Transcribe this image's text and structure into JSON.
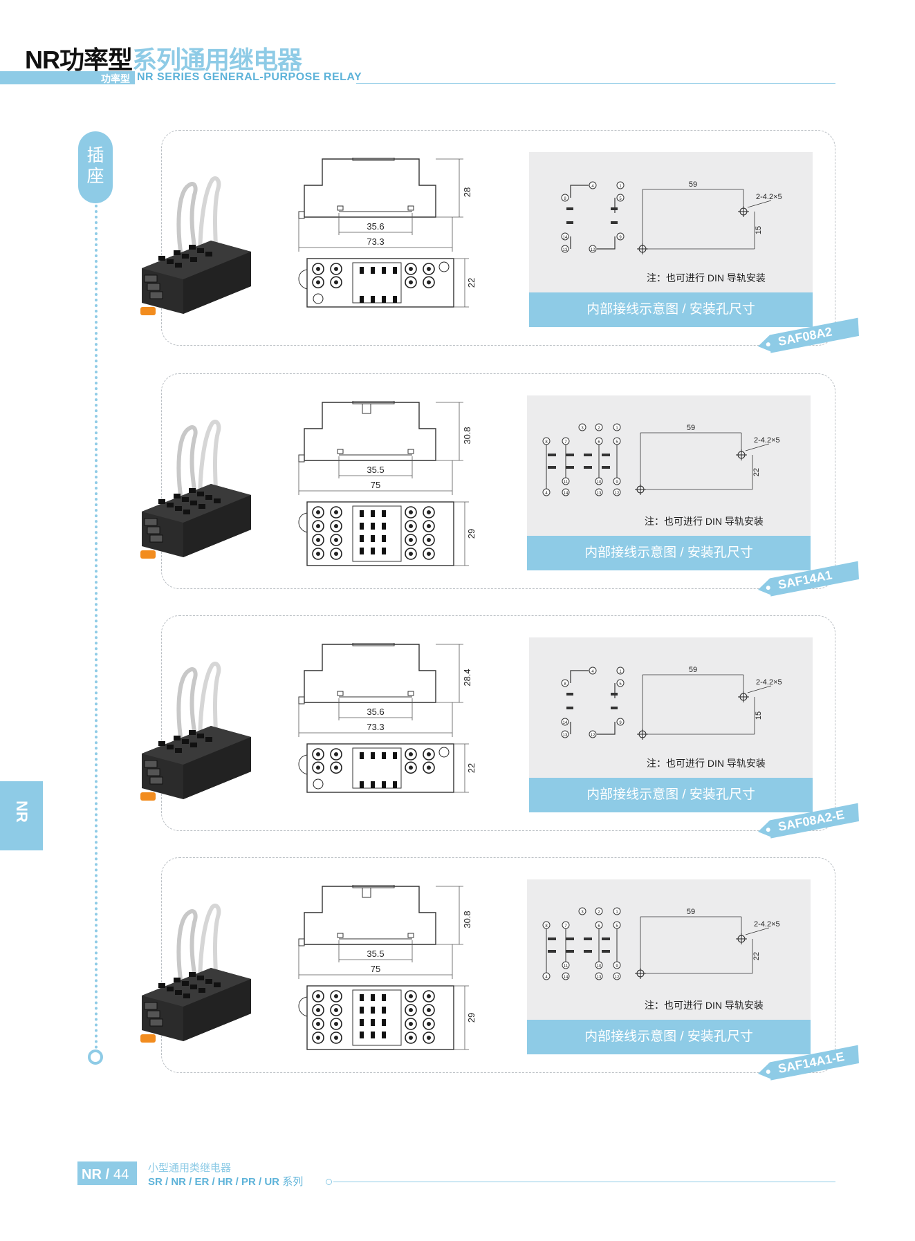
{
  "header": {
    "brand": "NR",
    "type": "功率型",
    "series_title": "系列通用继电器",
    "type_small": "功率型",
    "subtitle": "NR SERIES GENERAL-PURPOSE RELAY"
  },
  "side": {
    "tab_label": "插座",
    "edge_tab": "NR"
  },
  "products": [
    {
      "model": "SAF08A2",
      "height_dim": "28",
      "inner_dim": "35.6",
      "length_dim": "73.3",
      "width_dim": "22",
      "mount_w": "59",
      "mount_hole": "2-4.2×5",
      "mount_h": "15",
      "note": "注：也可进行 DIN 导轨安装",
      "panel_caption": "内部接线示意图 / 安装孔尺寸"
    },
    {
      "model": "SAF14A1",
      "height_dim": "30.8",
      "inner_dim": "35.5",
      "length_dim": "75",
      "width_dim": "29",
      "mount_w": "59",
      "mount_hole": "2-4.2×5",
      "mount_h": "22",
      "note": "注：也可进行 DIN 导轨安装",
      "panel_caption": "内部接线示意图 / 安装孔尺寸"
    },
    {
      "model": "SAF08A2-E",
      "height_dim": "28.4",
      "inner_dim": "35.6",
      "length_dim": "73.3",
      "width_dim": "22",
      "mount_w": "59",
      "mount_hole": "2-4.2×5",
      "mount_h": "15",
      "note": "注：也可进行 DIN 导轨安装",
      "panel_caption": "内部接线示意图 / 安装孔尺寸"
    },
    {
      "model": "SAF14A1-E",
      "height_dim": "30.8",
      "inner_dim": "35.5",
      "length_dim": "75",
      "width_dim": "29",
      "mount_w": "59",
      "mount_hole": "2-4.2×5",
      "mount_h": "22",
      "note": "注：也可进行 DIN 导轨安装",
      "panel_caption": "内部接线示意图 / 安装孔尺寸"
    }
  ],
  "wiring_8": {
    "pins": [
      "4",
      "1",
      "8",
      "5",
      "9",
      "12",
      "13",
      "14"
    ]
  },
  "wiring_14": {
    "pins": [
      "3",
      "2",
      "1",
      "7",
      "6",
      "5",
      "8",
      "11",
      "10",
      "9",
      "4",
      "14",
      "13",
      "12"
    ]
  },
  "footer": {
    "brand": "NR /",
    "page": "44",
    "category": "小型通用类继电器",
    "series_bold": "SR / NR / ER / HR / PR / UR",
    "series_suffix": "系列"
  },
  "colors": {
    "accent": "#8ecbe6",
    "accent_dark": "#5eb3d9",
    "panel": "#ececed",
    "base": "#2a2a2a",
    "orange": "#f28c1e"
  }
}
